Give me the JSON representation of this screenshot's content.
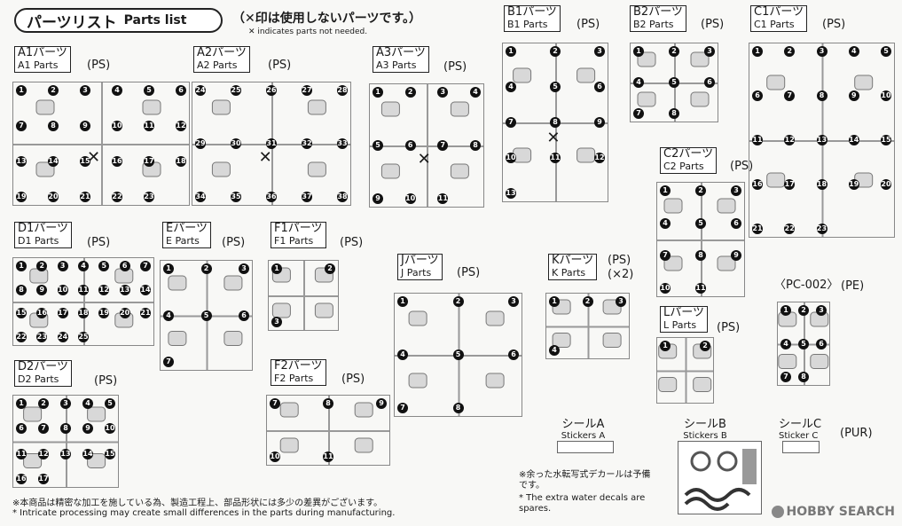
{
  "header": {
    "title_jp": "パーツリスト",
    "title_en": "Parts list",
    "note_jp": "（✕印は使用しないパーツです。）",
    "note_en": "✕ indicates parts not needed."
  },
  "runners": [
    {
      "id": "A1",
      "jp": "A1パーツ",
      "en": "A1 Parts",
      "type": "(PS)",
      "numbers": [
        "1",
        "2",
        "3",
        "4",
        "5",
        "6",
        "7",
        "8",
        "9",
        "10",
        "11",
        "12",
        "13",
        "14",
        "15",
        "16",
        "17",
        "18",
        "19",
        "20",
        "21",
        "22",
        "23"
      ],
      "excluded": 1
    },
    {
      "id": "A2",
      "jp": "A2パーツ",
      "en": "A2 Parts",
      "type": "(PS)",
      "numbers": [
        "24",
        "25",
        "26",
        "27",
        "28",
        "29",
        "30",
        "31",
        "32",
        "33",
        "34",
        "35",
        "36",
        "37",
        "38"
      ],
      "excluded": 1
    },
    {
      "id": "A3",
      "jp": "A3パーツ",
      "en": "A3 Parts",
      "type": "(PS)",
      "numbers": [
        "1",
        "2",
        "3",
        "4",
        "5",
        "6",
        "7",
        "8",
        "9",
        "10",
        "11"
      ],
      "excluded": 1
    },
    {
      "id": "B1",
      "jp": "B1パーツ",
      "en": "B1 Parts",
      "type": "(PS)",
      "numbers": [
        "1",
        "2",
        "3",
        "4",
        "5",
        "6",
        "7",
        "8",
        "9",
        "10",
        "11",
        "12",
        "13"
      ],
      "excluded": 1
    },
    {
      "id": "B2",
      "jp": "B2パーツ",
      "en": "B2 Parts",
      "type": "(PS)",
      "numbers": [
        "1",
        "2",
        "3",
        "4",
        "5",
        "6",
        "7",
        "8"
      ],
      "excluded": 0
    },
    {
      "id": "C1",
      "jp": "C1パーツ",
      "en": "C1 Parts",
      "type": "(PS)",
      "numbers": [
        "1",
        "2",
        "3",
        "4",
        "5",
        "6",
        "7",
        "8",
        "9",
        "10",
        "11",
        "12",
        "13",
        "14",
        "15",
        "16",
        "17",
        "18",
        "19",
        "20",
        "21",
        "22",
        "23"
      ],
      "excluded": 0
    },
    {
      "id": "C2",
      "jp": "C2パーツ",
      "en": "C2 Parts",
      "type": "(PS)",
      "numbers": [
        "1",
        "2",
        "3",
        "4",
        "5",
        "6",
        "7",
        "8",
        "9",
        "10",
        "11"
      ],
      "excluded": 0
    },
    {
      "id": "D1",
      "jp": "D1パーツ",
      "en": "D1 Parts",
      "type": "(PS)",
      "numbers": [
        "1",
        "2",
        "3",
        "4",
        "5",
        "6",
        "7",
        "8",
        "9",
        "10",
        "11",
        "12",
        "13",
        "14",
        "15",
        "16",
        "17",
        "18",
        "19",
        "20",
        "21",
        "22",
        "23",
        "24",
        "25"
      ],
      "excluded": 0
    },
    {
      "id": "D2",
      "jp": "D2パーツ",
      "en": "D2 Parts",
      "type": "(PS)",
      "numbers": [
        "1",
        "2",
        "3",
        "4",
        "5",
        "6",
        "7",
        "8",
        "9",
        "10",
        "11",
        "12",
        "13",
        "14",
        "15",
        "16",
        "17"
      ],
      "excluded": 0
    },
    {
      "id": "E",
      "jp": "Eパーツ",
      "en": "E Parts",
      "type": "(PS)",
      "numbers": [
        "1",
        "2",
        "3",
        "4",
        "5",
        "6",
        "7"
      ],
      "excluded": 0
    },
    {
      "id": "F1",
      "jp": "F1パーツ",
      "en": "F1 Parts",
      "type": "(PS)",
      "numbers": [
        "1",
        "2",
        "3"
      ],
      "excluded": 0
    },
    {
      "id": "F2",
      "jp": "F2パーツ",
      "en": "F2 Parts",
      "type": "(PS)",
      "numbers": [
        "7",
        "8",
        "9",
        "10",
        "11"
      ],
      "excluded": 0
    },
    {
      "id": "J",
      "jp": "Jパーツ",
      "en": "J Parts",
      "type": "(PS)",
      "numbers": [
        "1",
        "2",
        "3",
        "4",
        "5",
        "6",
        "7",
        "8"
      ],
      "excluded": 0
    },
    {
      "id": "K",
      "jp": "Kパーツ",
      "en": "K Parts",
      "type": "(PS)",
      "count": "(×2)",
      "numbers": [
        "1",
        "2",
        "3",
        "4"
      ],
      "excluded": 0
    },
    {
      "id": "L",
      "jp": "Lパーツ",
      "en": "L Parts",
      "type": "(PS)",
      "numbers": [
        "1",
        "2"
      ],
      "excluded": 0
    },
    {
      "id": "PC",
      "jp": "〈PC-002〉",
      "en": "",
      "type": "(PE)",
      "numbers": [
        "1",
        "2",
        "3",
        "4",
        "5",
        "6",
        "7",
        "8"
      ],
      "excluded": 0
    }
  ],
  "stickers": {
    "a": {
      "jp": "シールA",
      "en": "Stickers A"
    },
    "b": {
      "jp": "シールB",
      "en": "Stickers B"
    },
    "c": {
      "jp": "シールC",
      "en": "Sticker C",
      "type": "(PUR)"
    }
  },
  "water_decal_note": {
    "jp": "※余った水転写式デカールは予備です。",
    "en": "* The extra water decals are spares."
  },
  "footer": {
    "jp": "※本商品は精密な加工を施している為、製造工程上、部品形状には多少の差異がございます。",
    "en": "* Intricate processing may create small differences in the parts during manufacturing."
  },
  "watermark": "HOBBY SEARCH"
}
